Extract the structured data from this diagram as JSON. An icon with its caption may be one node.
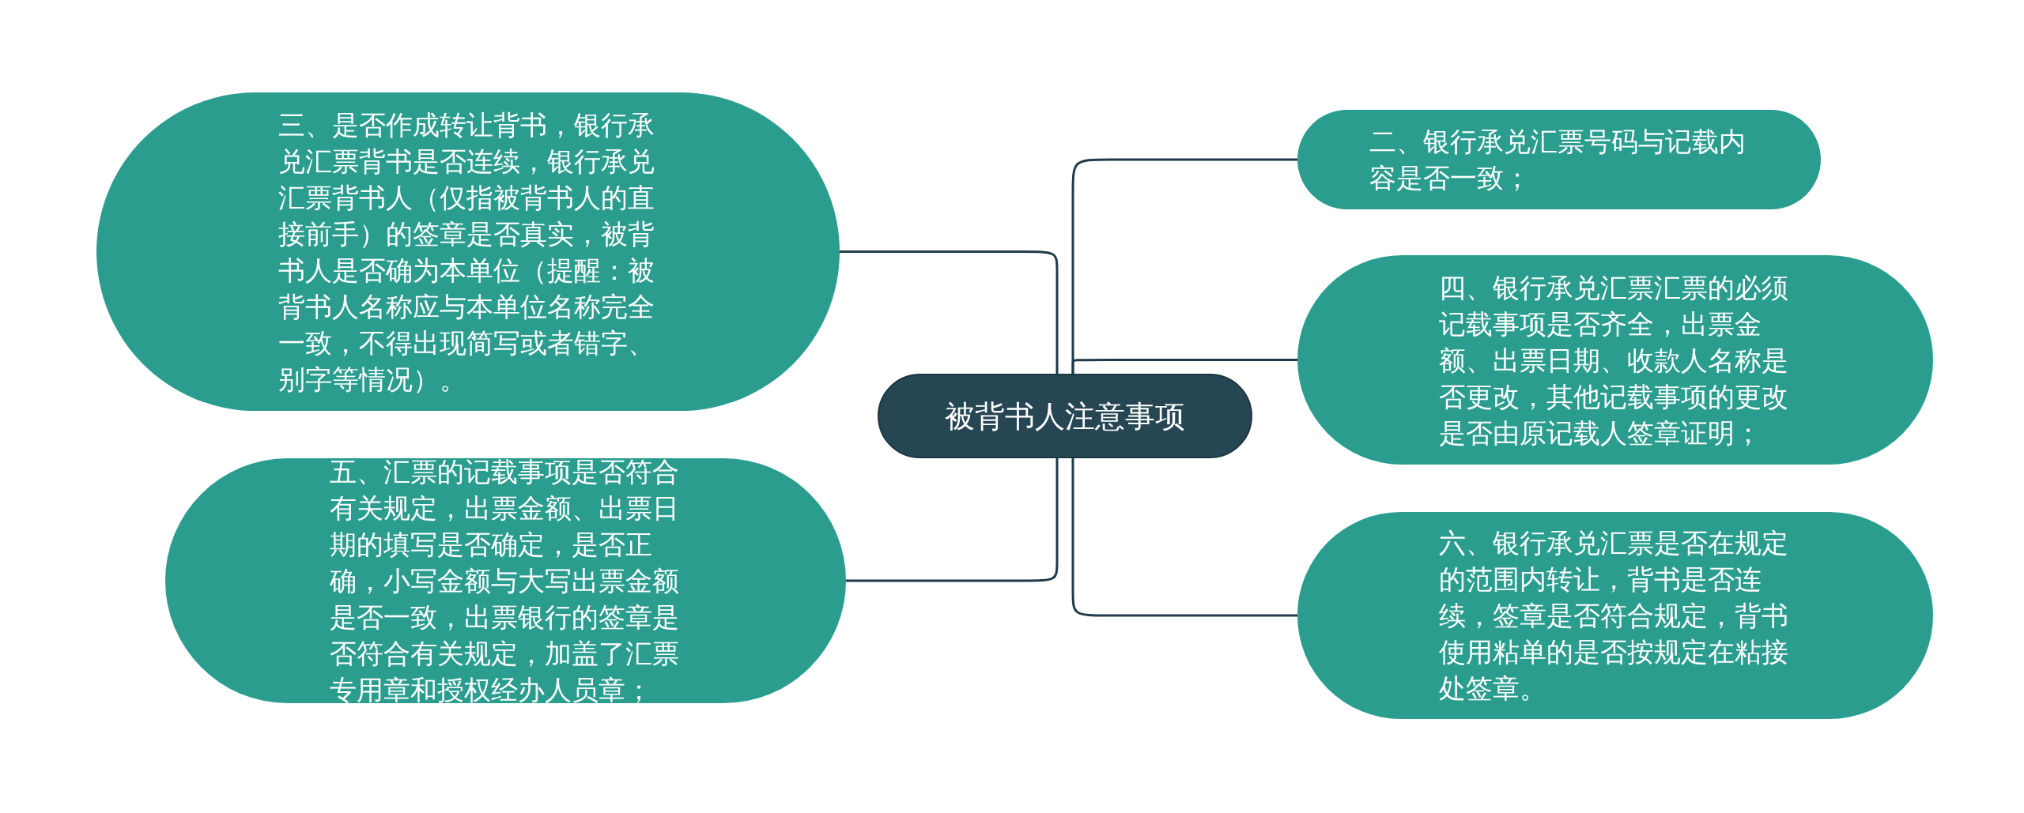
{
  "diagram": {
    "nodes": [
      {
        "text": [
          "被背书人注意事项"
        ]
      },
      {
        "text": [
          "三、是否作成转让背书，银行承兑汇票背书是否连续，银行承兑汇票背书人（仅指被背书人的直接前手）的签章是否真实，被背书人是否确为本单位（提醒：被背书人名称应与本单位名称完全一致，不得出现简写或者错字、别字等情况）。"
        ]
      },
      {
        "text": [
          "二、银行承兑汇票号码与记载内容是否一致；"
        ]
      },
      {
        "text": [
          "四、银行承兑汇票汇票的必须记载事项是否齐全，出票金额、出票日期、收款人名称是否更改，其他记载事项的更改是否由原记载人签章证明；"
        ]
      },
      {
        "text": [
          "五、汇票的记载事项是否符合有关规定，出票金额、出票日期的填写是否确定，是否正确，小写金额与大写出票金额是否一致，出票银行的签章是否符合有关规定，加盖了汇票专用章和授权经办人员章；"
        ]
      },
      {
        "text": [
          "六、银行承兑汇票是否在规定的范围内转让，背书是否连续，签章是否符合规定，背书使用粘单的是否按规定在粘接处签章。"
        ]
      }
    ],
    "edges": [
      {
        "from": 0,
        "to": 1,
        "arrow": "none"
      },
      {
        "from": 0,
        "to": 2,
        "arrow": "none"
      },
      {
        "from": 0,
        "to": 3,
        "arrow": "none"
      },
      {
        "from": 0,
        "to": 4,
        "arrow": "none"
      },
      {
        "from": 0,
        "to": 5,
        "arrow": "none"
      }
    ]
  }
}
